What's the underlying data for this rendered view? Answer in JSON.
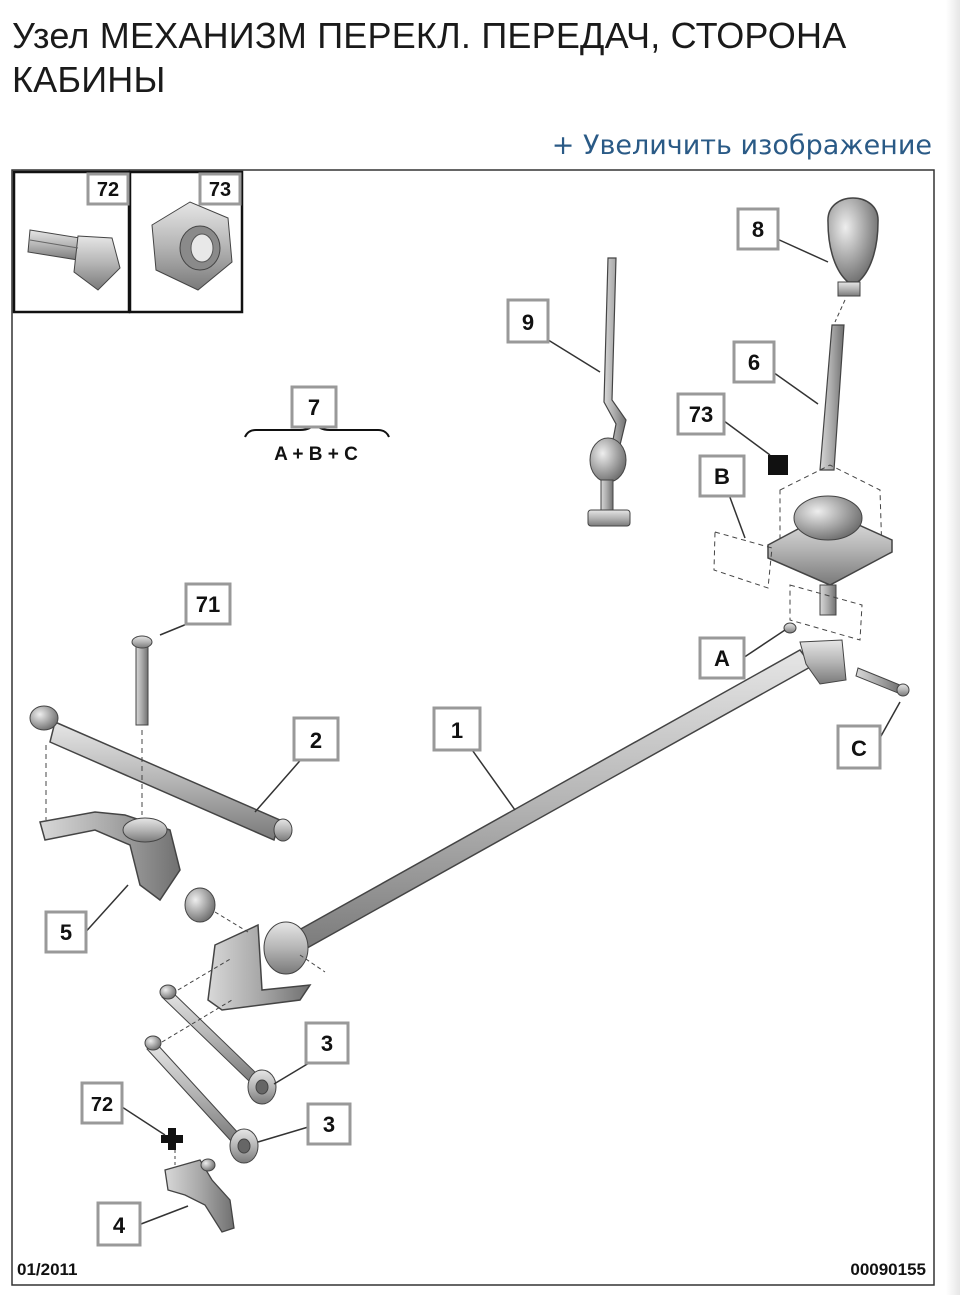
{
  "page": {
    "title": "Узел МЕХАНИЗМ ПЕРЕКЛ. ПЕРЕДАЧ, СТОРОНА КАБИНЫ",
    "zoom_link": "+ Увеличить изображение"
  },
  "diagram": {
    "callouts": {
      "n72_top": "72",
      "n73_top": "73",
      "n8": "8",
      "n9": "9",
      "n6": "6",
      "n7": "7",
      "n7_formula": "A + B + C",
      "n73": "73",
      "nB": "B",
      "n71": "71",
      "nA": "A",
      "n2": "2",
      "n1": "1",
      "nC": "C",
      "n5": "5",
      "n3a": "3",
      "n72": "72",
      "n3b": "3",
      "n4": "4"
    },
    "footer_left": "01/2011",
    "footer_right": "00090155"
  }
}
